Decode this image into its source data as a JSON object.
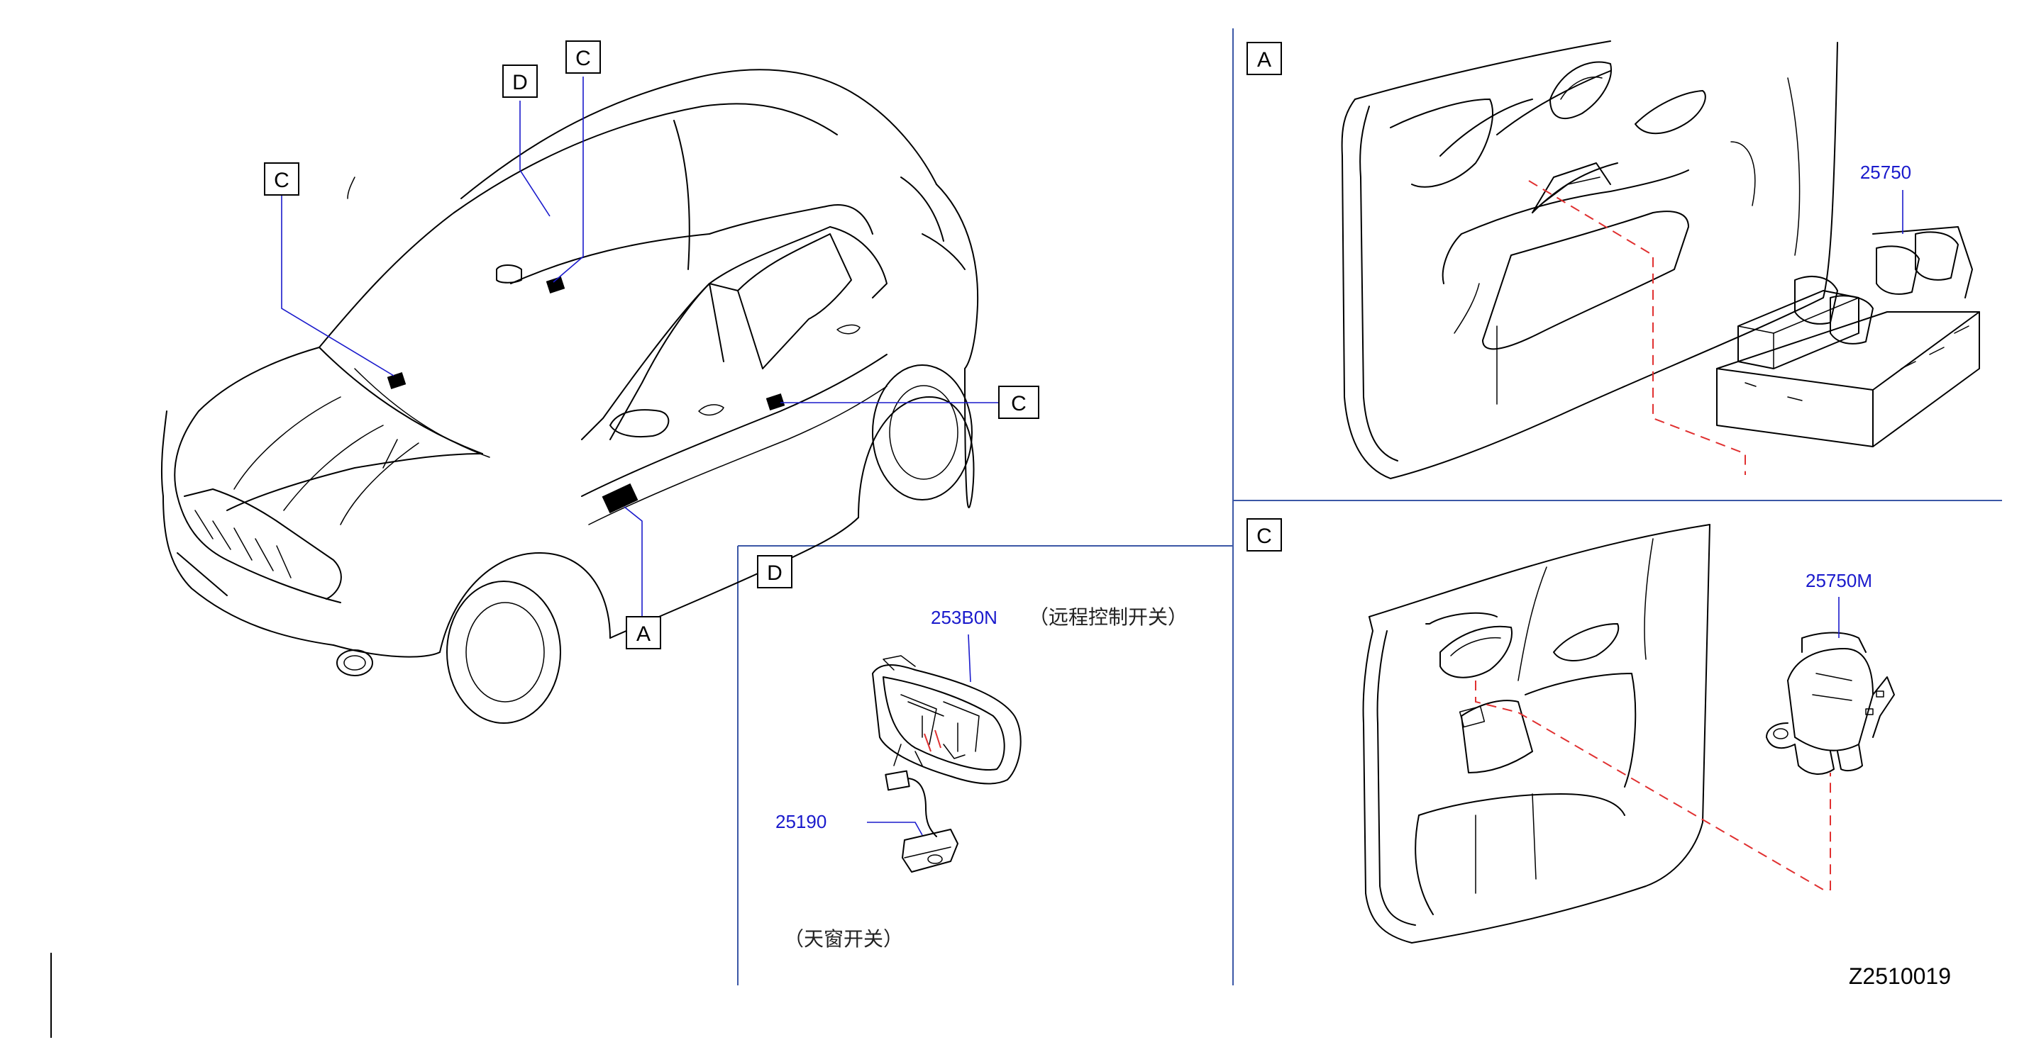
{
  "diagram": {
    "callouts": {
      "vehicle_C_left": "C",
      "vehicle_D": "D",
      "vehicle_C_top": "C",
      "vehicle_C_right": "C",
      "vehicle_A": "A",
      "panel_D": "D",
      "panel_A": "A",
      "panel_C": "C"
    },
    "parts": {
      "p25750": "25750",
      "p25750M": "25750M",
      "p253B0N": "253B0N",
      "p25190": "25190"
    },
    "notes": {
      "remote_switch": "（远程控制开关）",
      "sunroof_switch": "（天窗开关）"
    },
    "drawing_code": "Z2510019",
    "colors": {
      "callout_leader": "#1a1acc",
      "panel_border": "#3b57a6",
      "dash_guide": "#e03030"
    }
  }
}
